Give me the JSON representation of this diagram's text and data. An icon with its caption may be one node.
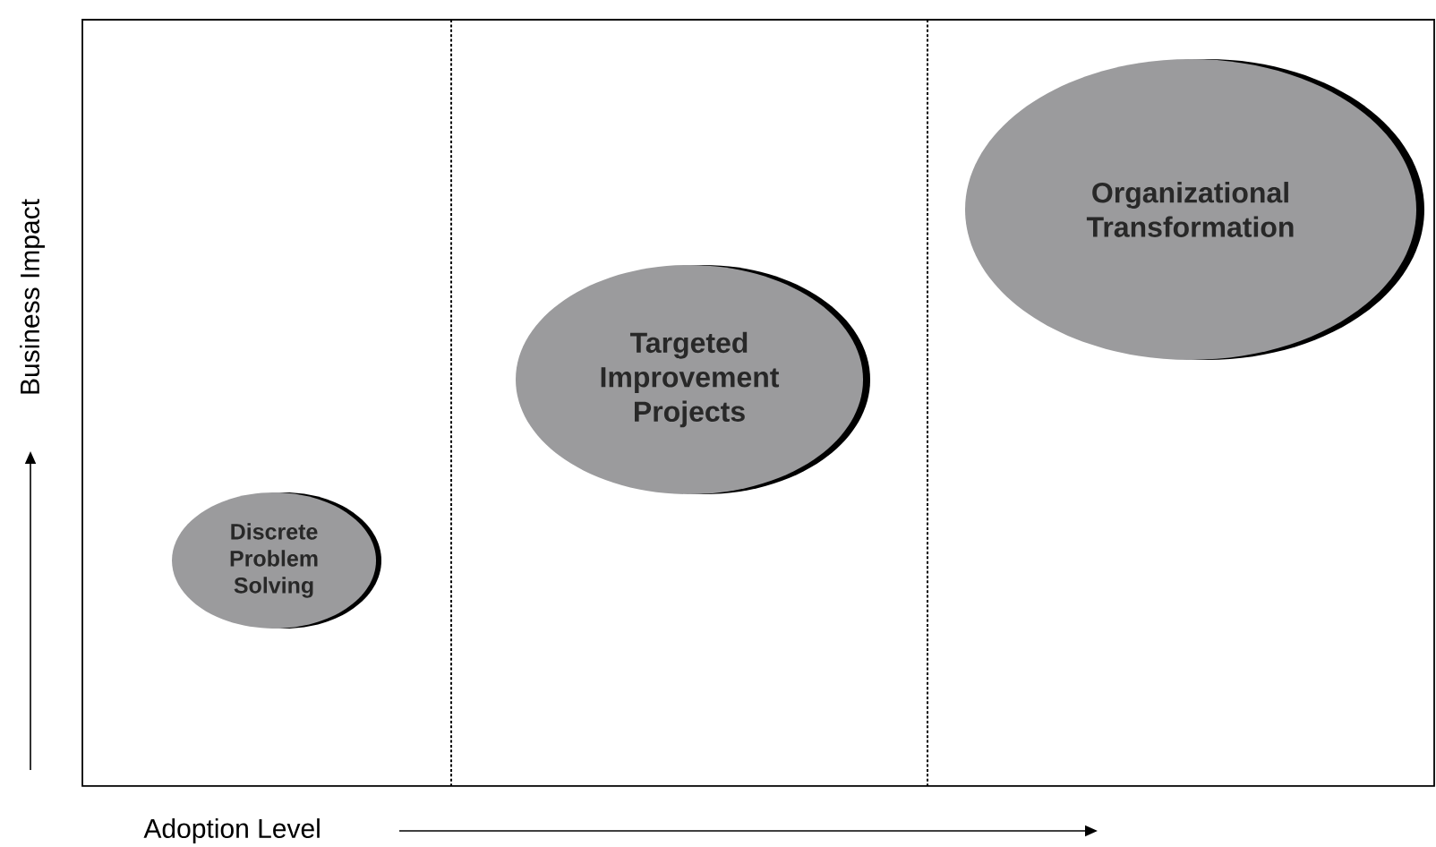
{
  "diagram": {
    "nodes": [
      {
        "text": [
          "Discrete Problem Solving"
        ]
      },
      {
        "text": [
          "Targeted Improvement Projects"
        ]
      },
      {
        "text": [
          "Organizational Transformation"
        ]
      }
    ],
    "labels": [
      "Business Impact",
      "Adoption Level"
    ]
  }
}
